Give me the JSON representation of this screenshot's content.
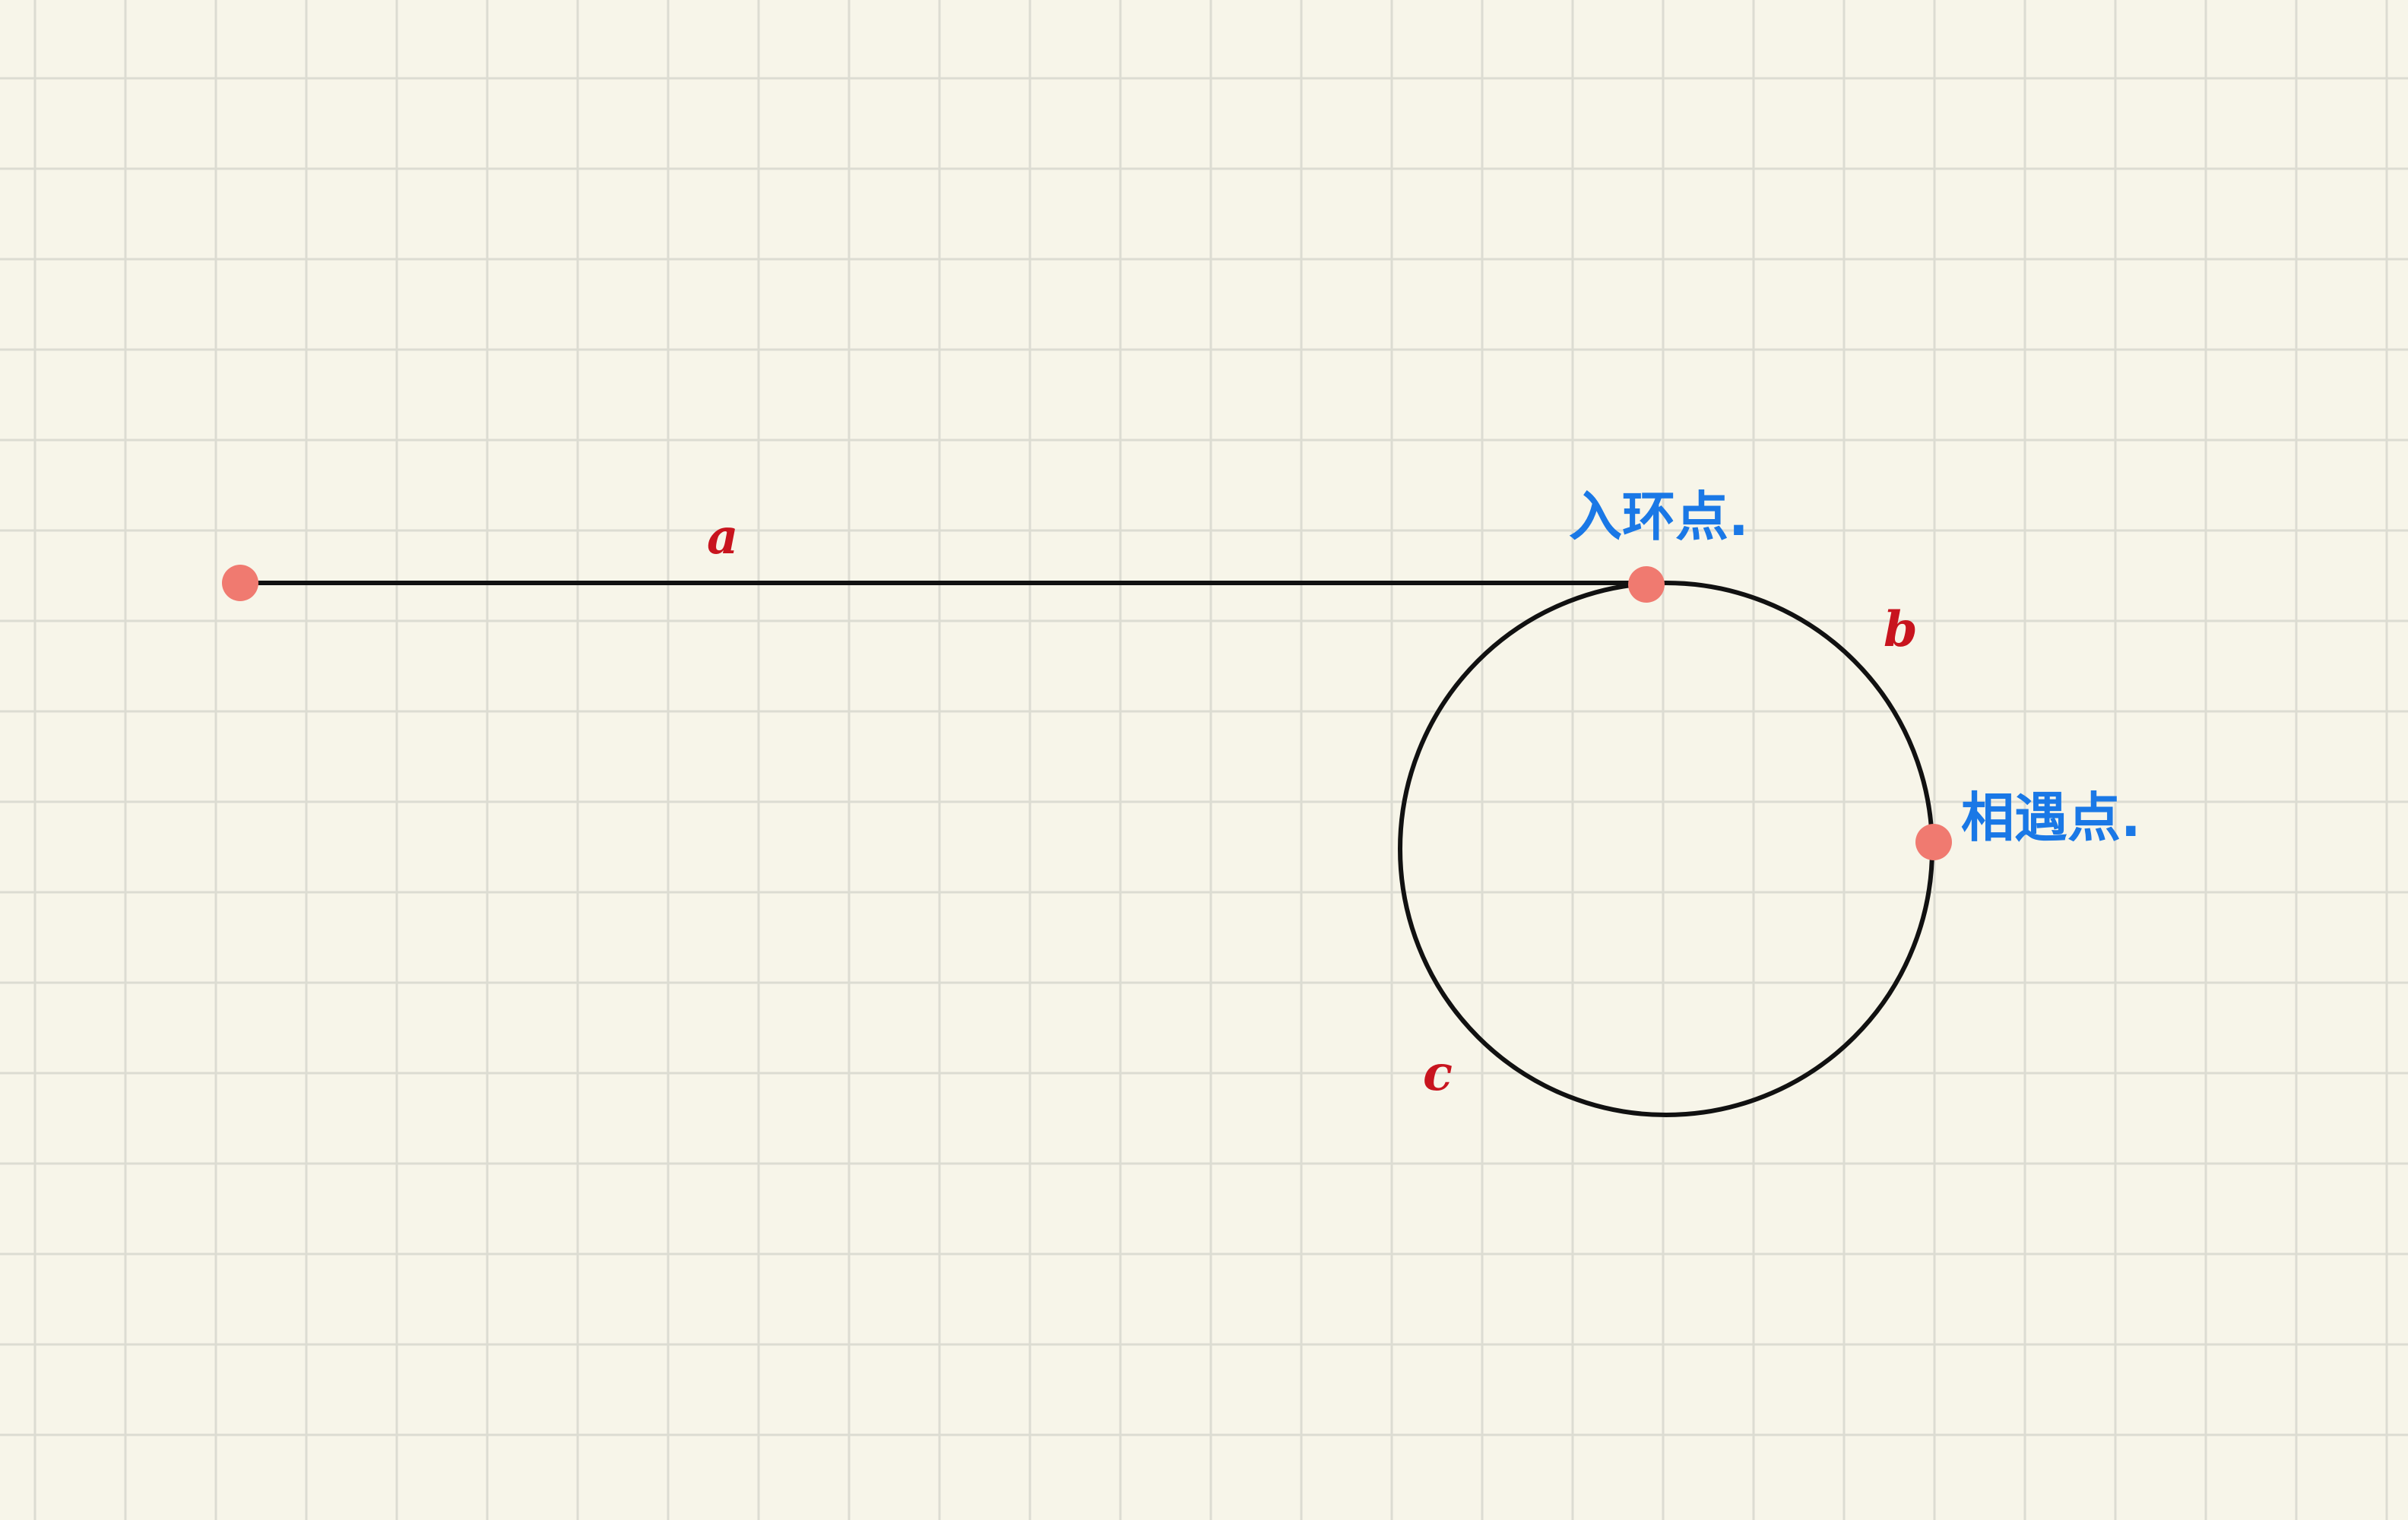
{
  "colors": {
    "background": "#f7f5e9",
    "grid": "#dcdcd2",
    "line": "#111111",
    "point": "#f07a70",
    "label_red": "#c8141e",
    "label_blue": "#1a78e6"
  },
  "labels": {
    "a": "a",
    "b": "b",
    "c": "c",
    "entry_point": "入环点.",
    "meeting_point": "相遇点."
  }
}
